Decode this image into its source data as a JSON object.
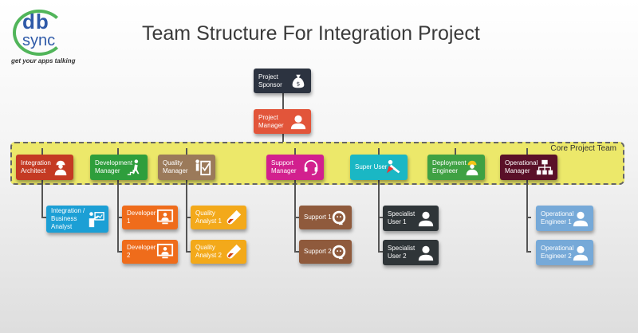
{
  "logo": {
    "db": "db",
    "sync": "sync",
    "tagline": "get your apps talking"
  },
  "title": "Team Structure For Integration Project",
  "core_label": "Core Project Team",
  "colors": {
    "sponsor": "#2c3340",
    "manager": "#e2553a",
    "integration": "#c43a23",
    "development": "#2e9e3c",
    "quality": "#9b7a5a",
    "support": "#d2208e",
    "super": "#1ab7c4",
    "deployment": "#3fa143",
    "operational": "#5a1028",
    "analyst": "#1c9fd5",
    "developer": "#ef6c1b",
    "qa": "#f3a91a",
    "supportStaff": "#8f5a3c",
    "specialist": "#2f3538",
    "opEngineer": "#76a9d8"
  },
  "nodes": {
    "sponsor": {
      "label": "Project Sponsor",
      "icon": "money-bag-icon"
    },
    "manager": {
      "label": "Project Manager",
      "icon": "person-icon"
    },
    "integration_architect": {
      "label": "Integration Architect",
      "icon": "engineer-icon"
    },
    "development_manager": {
      "label": "Development Manager",
      "icon": "climber-icon"
    },
    "quality_manager": {
      "label": "Quality Manager",
      "icon": "checklist-icon"
    },
    "support_manager": {
      "label": "Support Manager",
      "icon": "headset-icon"
    },
    "super_user": {
      "label": "Super User",
      "icon": "superhero-icon"
    },
    "deployment_engineer": {
      "label": "Deployment Engineer",
      "icon": "worker-icon"
    },
    "operational_manager": {
      "label": "Operational Manager",
      "icon": "org-chart-icon"
    },
    "integration_analyst": {
      "label": "Integration / Business Analyst",
      "icon": "presenter-icon"
    },
    "developer_1": {
      "label": "Developer 1",
      "icon": "monitor-person-icon"
    },
    "developer_2": {
      "label": "Developer 2",
      "icon": "monitor-person-icon"
    },
    "qa_1": {
      "label": "Quality Analyst 1",
      "icon": "test-tube-icon"
    },
    "qa_2": {
      "label": "Quality Analyst 2",
      "icon": "test-tube-icon"
    },
    "support_1": {
      "label": "Support 1",
      "icon": "support-agent-icon"
    },
    "support_2": {
      "label": "Support 2",
      "icon": "support-agent-icon"
    },
    "specialist_1": {
      "label": "Specialist User 1",
      "icon": "person-icon"
    },
    "specialist_2": {
      "label": "Specialist User 2",
      "icon": "person-icon"
    },
    "op_engineer_1": {
      "label": "Operational Engineer 1",
      "icon": "person-icon"
    },
    "op_engineer_2": {
      "label": "Operational Engineer 2",
      "icon": "person-icon"
    }
  }
}
